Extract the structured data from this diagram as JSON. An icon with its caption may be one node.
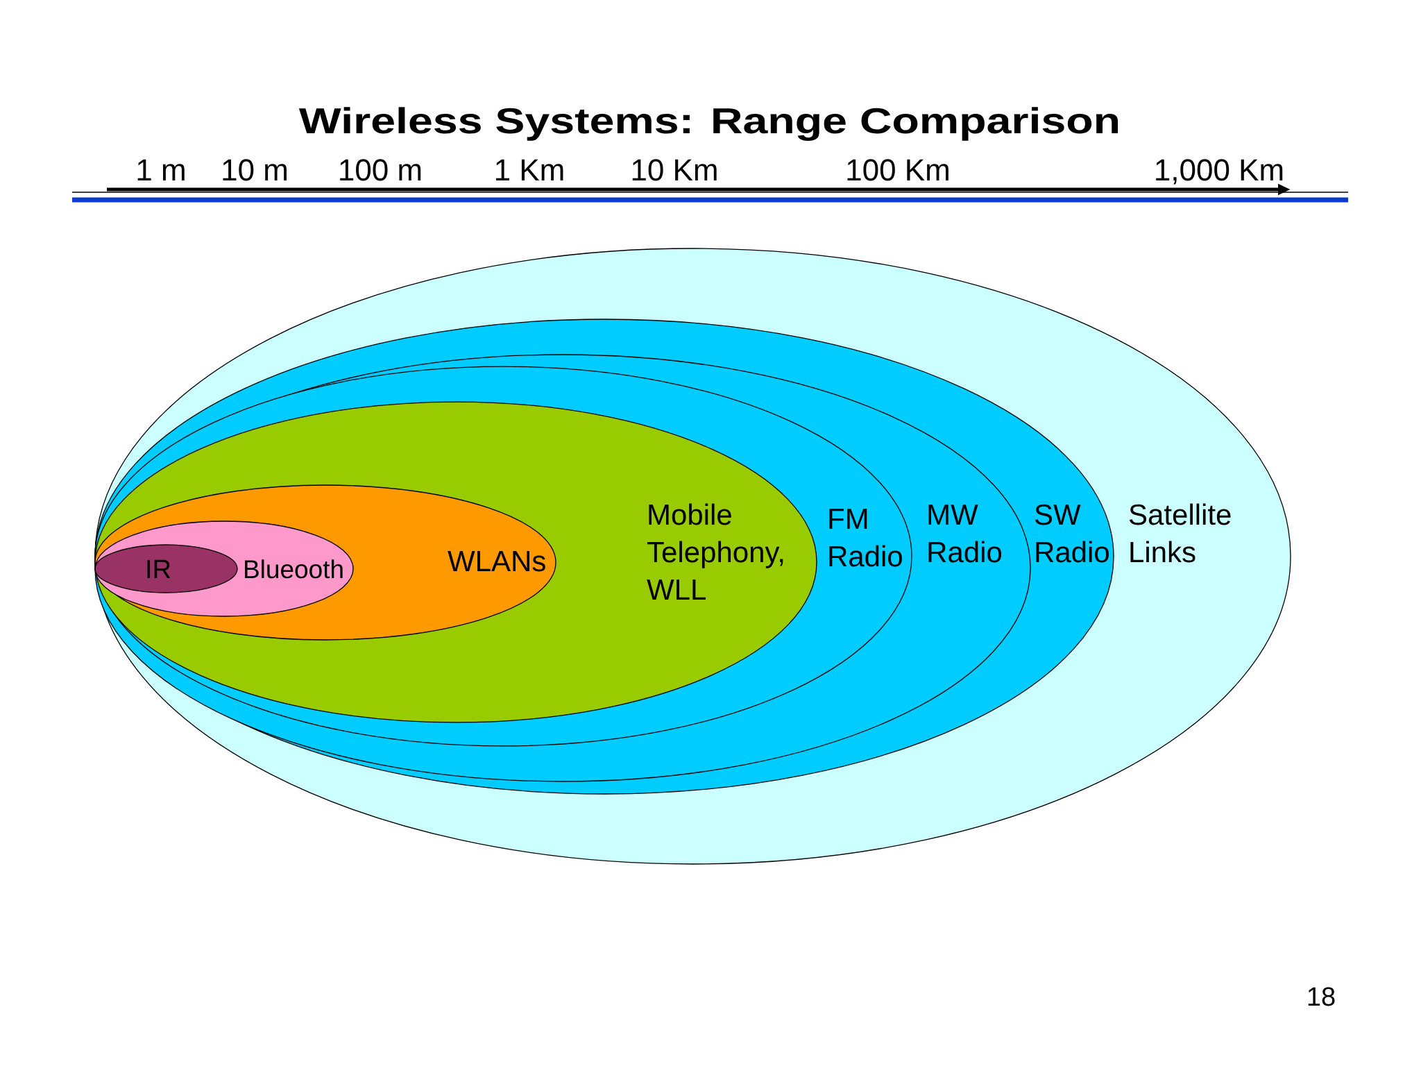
{
  "diagram": {
    "title": "Wireless Systems: Range Comparison",
    "nodes": [
      {
        "text": [
          "Satellite Links"
        ]
      },
      {
        "text": [
          "SW Radio"
        ],
        "in": 0
      },
      {
        "text": [
          "MW Radio"
        ],
        "in": 1
      },
      {
        "text": [
          "FM Radio"
        ],
        "in": 2
      },
      {
        "text": [
          "Mobile Telephony, WLL"
        ],
        "in": 3
      },
      {
        "text": [
          "WLANs"
        ],
        "in": 4
      },
      {
        "text": [
          "Blueooth"
        ],
        "in": 5
      },
      {
        "text": [
          "IR"
        ],
        "in": 6
      }
    ],
    "labels": [
      "1 m",
      "10 m",
      "100 m",
      "1 Km",
      "10 Km",
      "100 Km",
      "1,000 Km",
      "18"
    ]
  }
}
